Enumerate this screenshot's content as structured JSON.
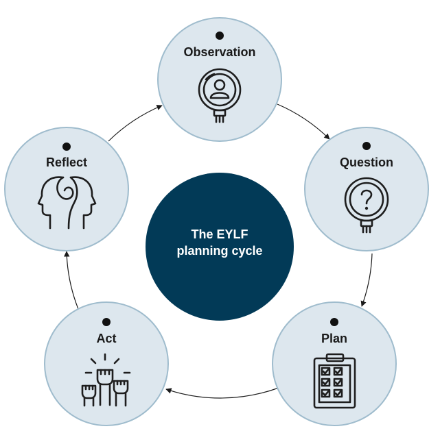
{
  "diagram": {
    "center": {
      "line1": "The EYLF",
      "line2": "planning cycle"
    },
    "stages": [
      {
        "id": "observation",
        "label": "Observation",
        "icon": "magnifier-person-icon"
      },
      {
        "id": "question",
        "label": "Question",
        "icon": "magnifier-question-icon"
      },
      {
        "id": "plan",
        "label": "Plan",
        "icon": "clipboard-checklist-icon"
      },
      {
        "id": "act",
        "label": "Act",
        "icon": "raised-fists-icon"
      },
      {
        "id": "reflect",
        "label": "Reflect",
        "icon": "two-heads-icon"
      }
    ]
  },
  "colors": {
    "stage_fill": "#dde7ee",
    "stage_stroke": "#9fbccd",
    "center_fill": "#023a57",
    "arrow": "#1a1a1a",
    "dot": "#111111"
  }
}
